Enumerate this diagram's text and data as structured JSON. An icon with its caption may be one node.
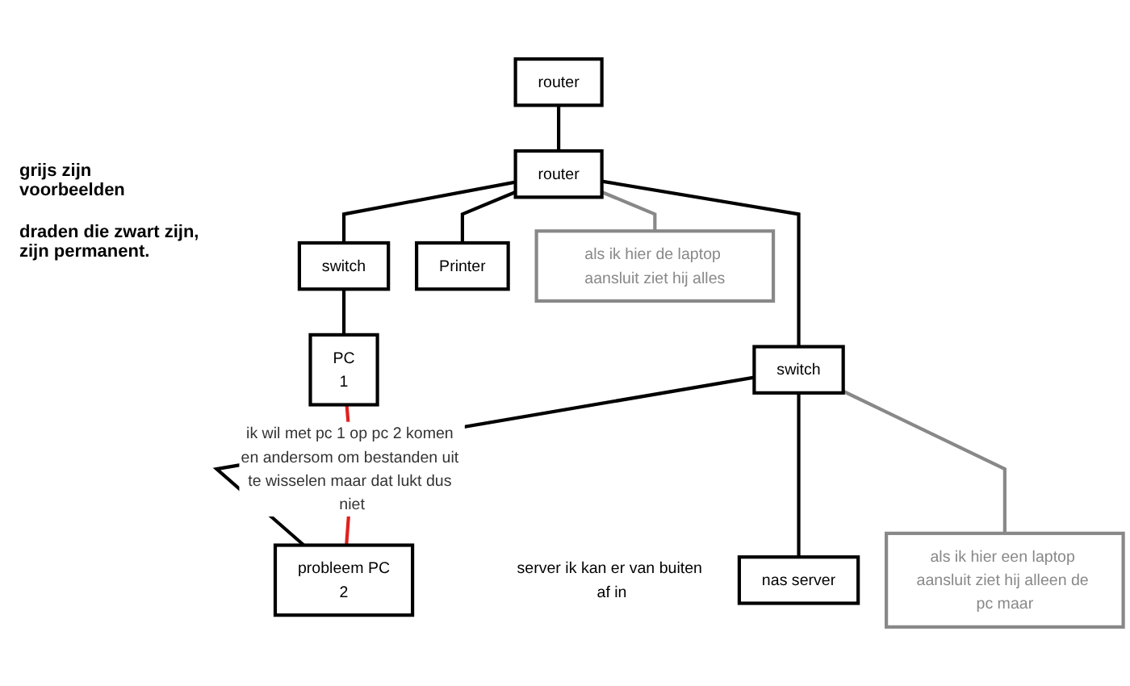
{
  "diagram": {
    "nodes": [
      {
        "text": [
          "router"
        ]
      },
      {
        "text": [
          "router"
        ]
      },
      {
        "text": [
          "switch"
        ]
      },
      {
        "text": [
          "Printer"
        ]
      },
      {
        "text": [
          "als ik hier de laptop aansluit ziet hij alles"
        ]
      },
      {
        "text": [
          "PC",
          "1"
        ]
      },
      {
        "text": [
          "switch"
        ]
      },
      {
        "text": [
          "nas server"
        ],
        "beside": [
          "server ik kan er van buiten af in"
        ]
      },
      {
        "text": [
          "probleem PC",
          "2"
        ]
      },
      {
        "text": [
          "als ik hier een laptop aansluit ziet hij alleen de pc maar"
        ]
      }
    ],
    "edges": [
      {
        "from": 0,
        "to": 1,
        "arrow": "none"
      },
      {
        "from": 1,
        "to": 2,
        "arrow": "none"
      },
      {
        "from": 1,
        "to": 3,
        "arrow": "none"
      },
      {
        "from": 1,
        "to": 6,
        "arrow": "none"
      },
      {
        "from": 1,
        "to": 4,
        "arrow": "none",
        "color": "#888888"
      },
      {
        "from": 2,
        "to": 5,
        "arrow": "none"
      },
      {
        "from": 6,
        "to": 7,
        "arrow": "none"
      },
      {
        "from": 6,
        "to": 8,
        "arrow": "none"
      },
      {
        "from": 6,
        "to": 9,
        "arrow": "none",
        "color": "#888888"
      },
      {
        "from": 5,
        "to": 8,
        "arrow": "none",
        "color": "#e02020",
        "label": "ik wil met pc 1 op pc 2 komen en andersom om bestanden uit te wisselen maar dat lukt dus niet"
      }
    ],
    "labels": [
      "grijs zijn voorbeelden",
      "draden die zwart zijn, zijn permanent."
    ]
  }
}
